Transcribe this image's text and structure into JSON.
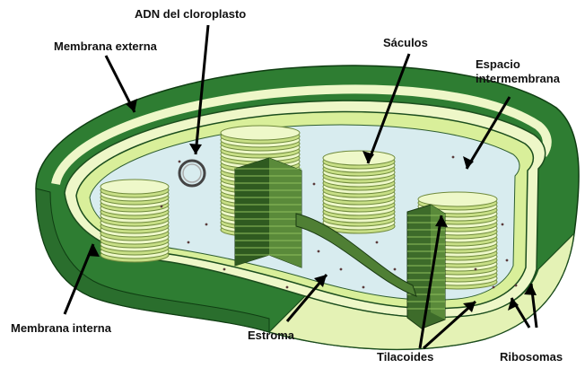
{
  "labels": {
    "adn": "ADN del cloroplasto",
    "membrana_externa": "Membrana externa",
    "saculos": "Sáculos",
    "espacio_line1": "Espacio",
    "espacio_line2": "intermembrana",
    "membrana_interna": "Membrana interna",
    "estroma": "Estroma",
    "tilacoides": "Tilacoides",
    "ribosomas": "Ribosomas"
  },
  "colors": {
    "outer_membrane": "#2e7d32",
    "outer_membrane_dark": "#1b5e20",
    "intermembrane": "#eef7c8",
    "inner_membrane": "#d9ef9a",
    "stroma": "#d8ecef",
    "thylakoid_light": "#edf7c4",
    "thylakoid_edge": "#8aa35a",
    "grana_dark": "#3d6b2a",
    "grana_mid": "#5a8a3a",
    "arrow": "#000000"
  }
}
